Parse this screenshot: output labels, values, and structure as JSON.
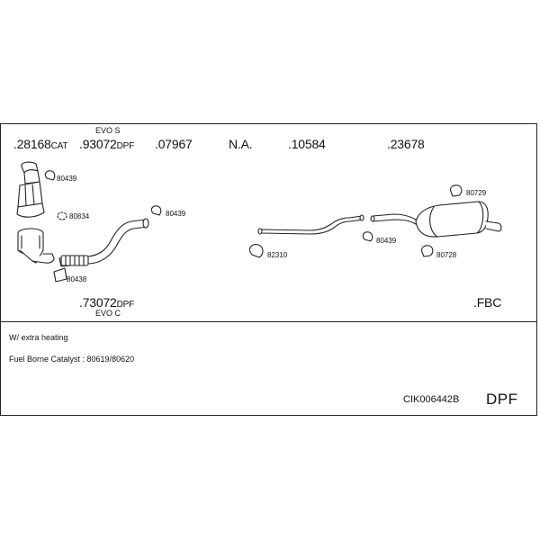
{
  "parts_top": [
    {
      "dot": ".",
      "number": "28168",
      "suffix": "CAT",
      "variant": ""
    },
    {
      "dot": ".",
      "number": "93072",
      "suffix": "DPF",
      "variant": "EVO S"
    },
    {
      "dot": ".",
      "number": "07967",
      "suffix": "",
      "variant": ""
    },
    {
      "dot": "",
      "number": "N.A.",
      "suffix": "",
      "variant": ""
    },
    {
      "dot": ".",
      "number": "10584",
      "suffix": "",
      "variant": ""
    },
    {
      "dot": ".",
      "number": "23678",
      "suffix": "",
      "variant": ""
    }
  ],
  "parts_bottom": [
    {
      "dot": ".",
      "number": "73072",
      "suffix": "DPF",
      "variant": "EVO C"
    },
    {
      "dot": ".",
      "number": "FBC",
      "suffix": "",
      "variant": ""
    }
  ],
  "accessories": {
    "a1": "80439",
    "a2": "80834",
    "a3": "80438",
    "a4": "80439",
    "a5": "82310",
    "a6": "80439",
    "a7": "80729",
    "a8": "80728"
  },
  "notes": {
    "heating": "W/ extra heating",
    "catalyst": "Fuel Borne Catalyst : 80619/80620"
  },
  "kit_code": "CIK006442B",
  "kit_type": "DPF"
}
